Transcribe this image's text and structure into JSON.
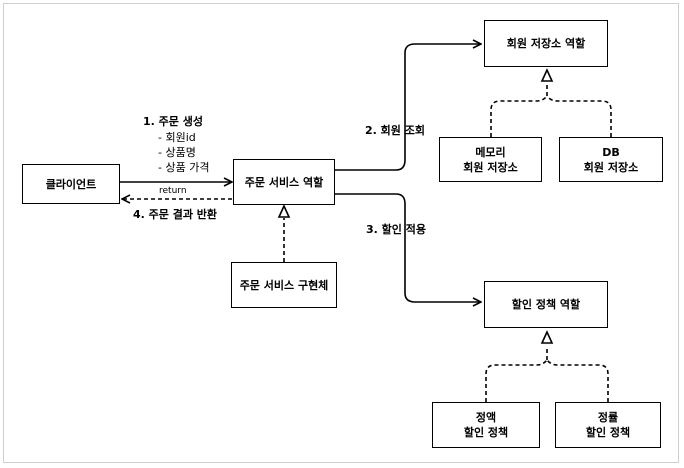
{
  "nodes": {
    "client": "클라이언트",
    "order_service_role": "주문 서비스 역할",
    "order_service_impl": "주문 서비스 구현체",
    "member_repo_role": "회원 저장소 역할",
    "memory_repo": [
      "메모리",
      "회원 저장소"
    ],
    "db_repo": [
      "DB",
      "회원 저장소"
    ],
    "discount_role": "할인 정책 역할",
    "fix_discount": [
      "정액",
      "할인 정책"
    ],
    "rate_discount": [
      "정률",
      "할인 정책"
    ]
  },
  "edges": {
    "create_order": {
      "title": "1. 주문 생성",
      "params": [
        "- 회원id",
        "- 상품명",
        "- 상품 가격"
      ]
    },
    "return_label": "return",
    "order_result": "4. 주문 결과 반환",
    "member_lookup": "2. 회원 조회",
    "apply_discount": "3. 할인 적용"
  }
}
